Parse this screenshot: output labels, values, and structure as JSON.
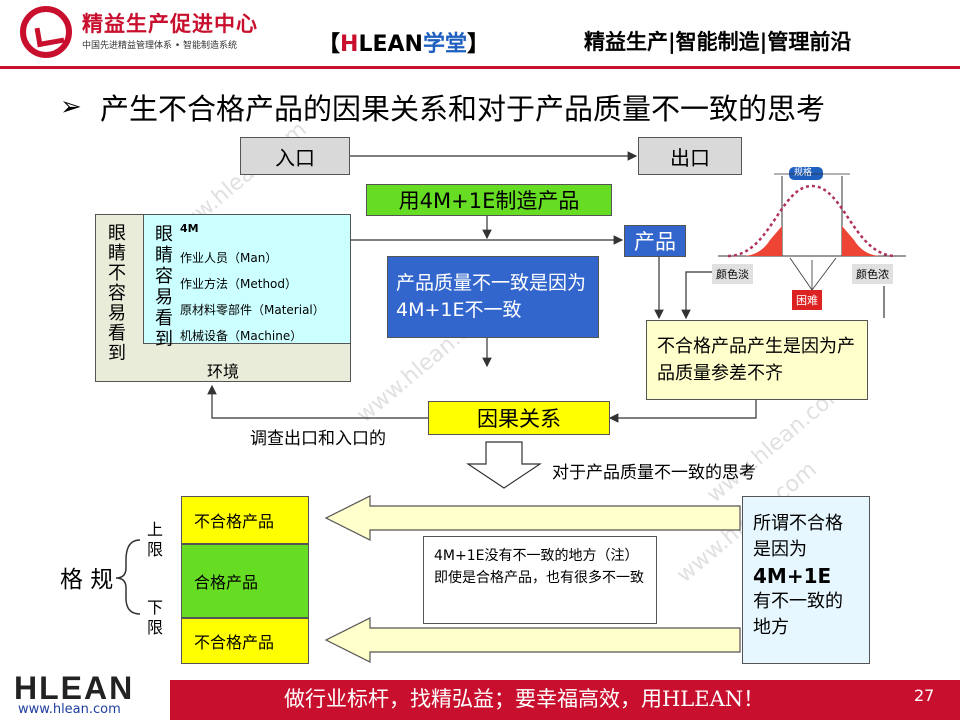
{
  "header": {
    "brand_name": "精益生产促进中心",
    "brand_sub": "中国先进精益管理体系 • 智能制造系统",
    "tag_open": "【",
    "tag_h": "H",
    "tag_lean": "LEAN",
    "tag_xuetang": "学堂",
    "tag_close": "】",
    "right_text": "精益生产|智能制造|管理前沿"
  },
  "title": {
    "arrow": "➢",
    "text": "产生不合格产品的因果关系和对于产品质量不一致的思考"
  },
  "diagram": {
    "entry": "入口",
    "exit": "出口",
    "manufacture": "用4M+1E制造产品",
    "product": "产品",
    "left_vertical": "眼睛不容易看到",
    "inner_vertical": "眼睛容易看到",
    "m4_title": "4M",
    "m4_items": [
      "作业人员（Man）",
      "作业方法（Method）",
      "原材料零部件（Material）",
      "机械设备（Machine）"
    ],
    "environment": "环境",
    "inconsistency": "产品质量不一致是因为4M+1E不一致",
    "cause": "不合格产品产生是因为产品质量参差不齐",
    "causal": "因果关系",
    "survey": "调查出口和入口的",
    "thinking": "对于产品质量不一致的思考",
    "chart_spec": "规格",
    "chart_light": "颜色淡",
    "chart_dark": "颜色浓",
    "chart_difficult": "困难"
  },
  "bottom": {
    "upper_zone": "不合格产品",
    "ok_zone": "合格产品",
    "lower_zone": "不合格产品",
    "spec_label": "格 规",
    "upper_limit": "上限",
    "lower_limit": "下限",
    "note": "4M+1E没有不一致的地方（注）即使是合格产品，也有很多不一致",
    "definition_1": "所谓不合格是因为",
    "definition_bold": "4M+1E",
    "definition_2": "有不一致的地方"
  },
  "footer": {
    "logo": "HLEAN",
    "url": "www.hlean.com",
    "slogan": "做行业标杆，找精弘益；要幸福高效，用HLEAN！",
    "page_number": "27"
  },
  "watermarks": [
    "www.hlean.com",
    "www.hlean.com",
    "www.hlean.com",
    "www.hlean.com"
  ],
  "colors": {
    "brand_red": "#c8102e",
    "green": "#66dd22",
    "blue": "#3366cc",
    "cyan": "#ccffff",
    "yellow": "#ffff00",
    "arrow_fill": "#ffffcc"
  }
}
